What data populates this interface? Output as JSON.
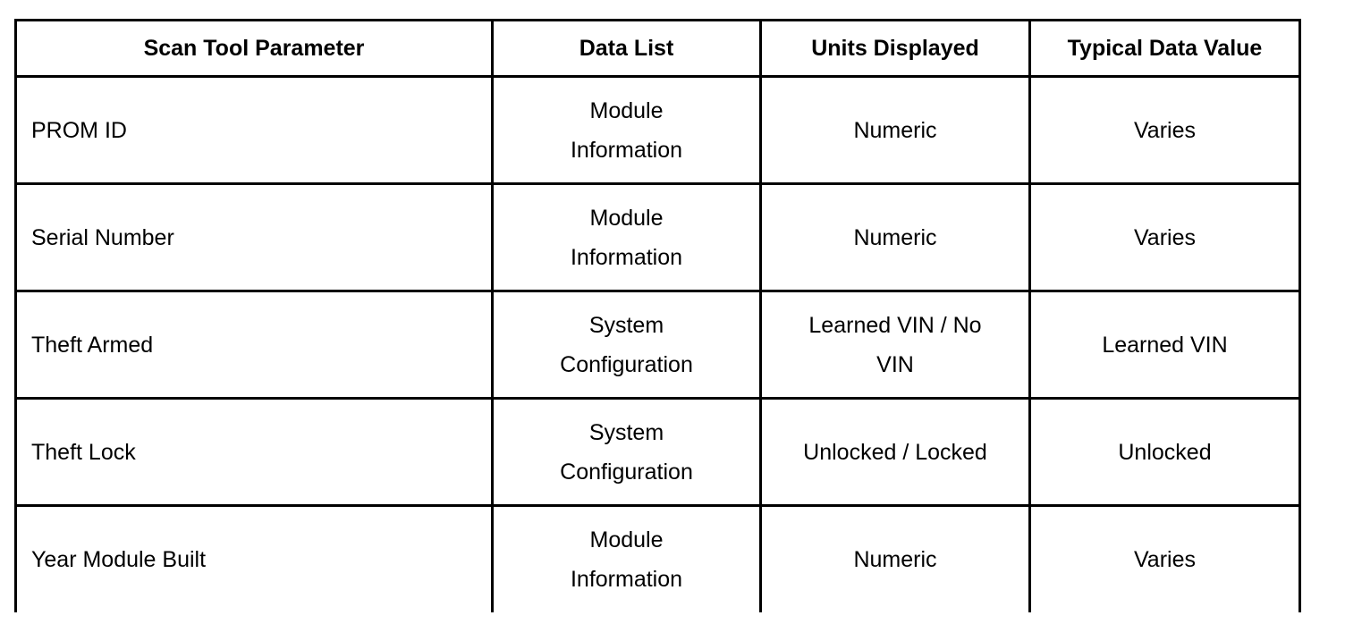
{
  "table": {
    "headers": {
      "parameter": "Scan Tool Parameter",
      "data_list": "Data List",
      "units": "Units Displayed",
      "typical": "Typical Data Value"
    },
    "rows": [
      {
        "parameter": "PROM ID",
        "data_list_line1": "Module",
        "data_list_line2": "Information",
        "units": "Numeric",
        "typical": "Varies"
      },
      {
        "parameter": "Serial Number",
        "data_list_line1": "Module",
        "data_list_line2": "Information",
        "units": "Numeric",
        "typical": "Varies"
      },
      {
        "parameter": "Theft Armed",
        "data_list_line1": "System",
        "data_list_line2": "Configuration",
        "units": "Learned VIN / No VIN",
        "typical": "Learned VIN"
      },
      {
        "parameter": "Theft Lock",
        "data_list_line1": "System",
        "data_list_line2": "Configuration",
        "units": "Unlocked / Locked",
        "typical": "Unlocked"
      },
      {
        "parameter": "Year Module Built",
        "data_list_line1": "Module",
        "data_list_line2": "Information",
        "units": "Numeric",
        "typical": "Varies"
      }
    ]
  }
}
